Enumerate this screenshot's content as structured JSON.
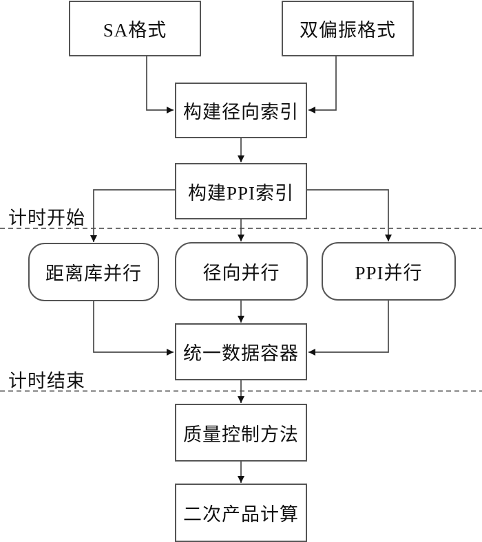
{
  "diagram": {
    "type": "flowchart",
    "language": "zh-CN",
    "nodes": [
      {
        "id": "sa-format",
        "label": "SA格式",
        "shape": "rect"
      },
      {
        "id": "dual-polarization-format",
        "label": "双偏振格式",
        "shape": "rect"
      },
      {
        "id": "build-radial-index",
        "label": "构建径向索引",
        "shape": "rect"
      },
      {
        "id": "build-ppi-index",
        "label": "构建PPI索引",
        "shape": "rect"
      },
      {
        "id": "range-bin-parallel",
        "label": "距离库并行",
        "shape": "rounded"
      },
      {
        "id": "radial-parallel",
        "label": "径向并行",
        "shape": "rounded"
      },
      {
        "id": "ppi-parallel",
        "label": "PPI并行",
        "shape": "rounded"
      },
      {
        "id": "unified-data-container",
        "label": "统一数据容器",
        "shape": "rect"
      },
      {
        "id": "quality-control-method",
        "label": "质量控制方法",
        "shape": "rect"
      },
      {
        "id": "secondary-product-calculation",
        "label": "二次产品计算",
        "shape": "rect"
      }
    ],
    "annotations": [
      {
        "id": "timing-start",
        "label": "计时开始",
        "position": "above-first-dashed-line"
      },
      {
        "id": "timing-end",
        "label": "计时结束",
        "position": "above-second-dashed-line"
      }
    ],
    "edges": [
      {
        "from": "sa-format",
        "to": "build-radial-index"
      },
      {
        "from": "dual-polarization-format",
        "to": "build-radial-index"
      },
      {
        "from": "build-radial-index",
        "to": "build-ppi-index"
      },
      {
        "from": "build-ppi-index",
        "to": "range-bin-parallel"
      },
      {
        "from": "build-ppi-index",
        "to": "radial-parallel"
      },
      {
        "from": "build-ppi-index",
        "to": "ppi-parallel"
      },
      {
        "from": "range-bin-parallel",
        "to": "unified-data-container"
      },
      {
        "from": "radial-parallel",
        "to": "unified-data-container"
      },
      {
        "from": "ppi-parallel",
        "to": "unified-data-container"
      },
      {
        "from": "unified-data-container",
        "to": "quality-control-method"
      },
      {
        "from": "quality-control-method",
        "to": "secondary-product-calculation"
      }
    ],
    "dashed_separators": 2,
    "colors": {
      "background": "#ffffff",
      "node_border": "#555555",
      "connector": "#4a4a4a",
      "arrowhead": "#111111",
      "dashed_line": "#6e6e6e",
      "text": "#111111"
    }
  }
}
